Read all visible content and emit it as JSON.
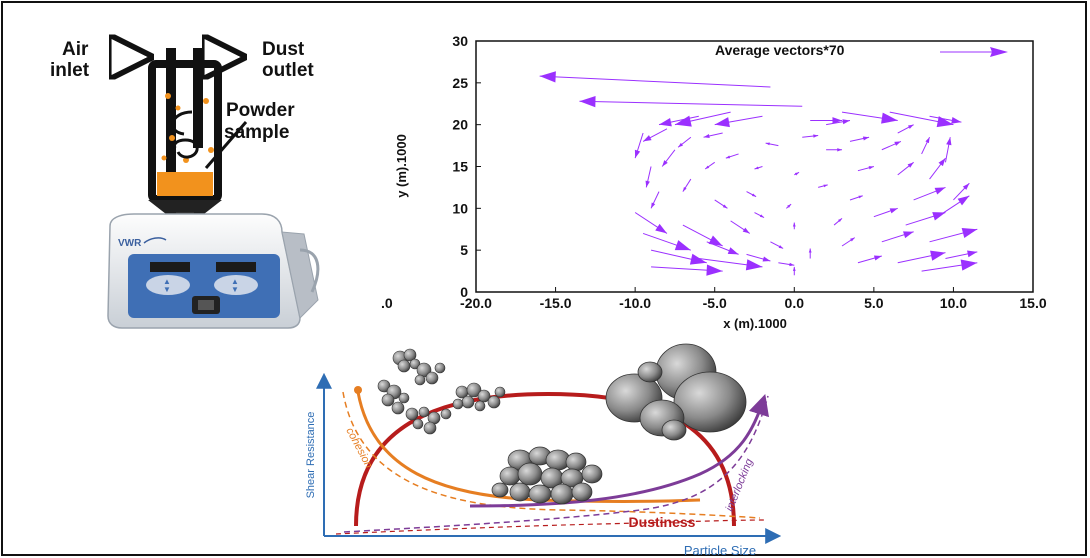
{
  "apparatus": {
    "air_inlet_line1": "Air",
    "air_inlet_line2": "inlet",
    "dust_outlet_line1": "Dust",
    "dust_outlet_line2": "outlet",
    "powder_line1": "Powder",
    "powder_line2": "sample",
    "brand": "VWR"
  },
  "chart_data": [
    {
      "type": "scatter",
      "xlabel": "x (m).1000",
      "ylabel": "y (m).1000",
      "xlim": [
        -20,
        15
      ],
      "ylim": [
        0,
        30
      ],
      "x_ticks": [
        "-20.0",
        "-15.0",
        "-10.0",
        "-5.0",
        "0.0",
        "5.0",
        "10.0",
        "15.0"
      ],
      "y_ticks": [
        "0",
        "5",
        "10",
        "15",
        "20",
        "25",
        "30"
      ],
      "stray_tick": ".0",
      "legend": "Average vectors*70",
      "legend_position": "top-right",
      "vector_color": "#9b30ff",
      "vectors": [
        {
          "x": -1.5,
          "y": 24.5,
          "dx": -14.5,
          "dy": 1.3
        },
        {
          "x": 0.5,
          "y": 22.2,
          "dx": -14.0,
          "dy": 0.6
        },
        {
          "x": -4.0,
          "y": 21.5,
          "dx": -3.5,
          "dy": -1.5
        },
        {
          "x": -2.0,
          "y": 21.0,
          "dx": -3.0,
          "dy": -1.0
        },
        {
          "x": 1.0,
          "y": 20.5,
          "dx": 2.0,
          "dy": 0.0
        },
        {
          "x": 3.0,
          "y": 21.5,
          "dx": 3.5,
          "dy": -1.0
        },
        {
          "x": 6.0,
          "y": 21.5,
          "dx": 4.0,
          "dy": -1.5
        },
        {
          "x": 8.5,
          "y": 21.0,
          "dx": 2.0,
          "dy": -0.7
        },
        {
          "x": -6.0,
          "y": 21.0,
          "dx": -2.5,
          "dy": -1.0
        },
        {
          "x": -9.5,
          "y": 19.0,
          "dx": -0.5,
          "dy": -3.0
        },
        {
          "x": -9.0,
          "y": 15.0,
          "dx": -0.3,
          "dy": -2.5
        },
        {
          "x": -8.0,
          "y": 19.5,
          "dx": -1.5,
          "dy": -1.5
        },
        {
          "x": -7.5,
          "y": 17.0,
          "dx": -0.8,
          "dy": -2.0
        },
        {
          "x": -6.5,
          "y": 18.5,
          "dx": -0.8,
          "dy": -1.2
        },
        {
          "x": -8.5,
          "y": 12.0,
          "dx": -0.5,
          "dy": -2.0
        },
        {
          "x": -10.0,
          "y": 9.5,
          "dx": 2.0,
          "dy": -2.5
        },
        {
          "x": -9.5,
          "y": 7.0,
          "dx": 3.0,
          "dy": -2.0
        },
        {
          "x": -9.0,
          "y": 5.0,
          "dx": 3.5,
          "dy": -1.5
        },
        {
          "x": -9.0,
          "y": 3.0,
          "dx": 4.5,
          "dy": -0.5
        },
        {
          "x": -7.0,
          "y": 8.0,
          "dx": 2.5,
          "dy": -2.5
        },
        {
          "x": -5.5,
          "y": 6.0,
          "dx": 2.0,
          "dy": -1.5
        },
        {
          "x": -6.0,
          "y": 4.0,
          "dx": 4.0,
          "dy": -1.0
        },
        {
          "x": -4.0,
          "y": 8.5,
          "dx": 1.2,
          "dy": -1.5
        },
        {
          "x": -3.0,
          "y": 4.5,
          "dx": 1.5,
          "dy": -0.8
        },
        {
          "x": -1.5,
          "y": 6.0,
          "dx": 0.8,
          "dy": -0.8
        },
        {
          "x": -1.0,
          "y": 3.5,
          "dx": 1.0,
          "dy": -0.3
        },
        {
          "x": -5.0,
          "y": 11.0,
          "dx": 0.8,
          "dy": -1.0
        },
        {
          "x": -3.0,
          "y": 12.0,
          "dx": 0.6,
          "dy": -0.6
        },
        {
          "x": -6.5,
          "y": 13.5,
          "dx": -0.5,
          "dy": -1.5
        },
        {
          "x": -5.0,
          "y": 15.5,
          "dx": -0.6,
          "dy": -0.8
        },
        {
          "x": -3.5,
          "y": 16.5,
          "dx": -0.8,
          "dy": -0.5
        },
        {
          "x": -2.0,
          "y": 15.0,
          "dx": -0.5,
          "dy": -0.3
        },
        {
          "x": -1.0,
          "y": 17.5,
          "dx": -0.8,
          "dy": 0.3
        },
        {
          "x": -4.5,
          "y": 19.0,
          "dx": -1.2,
          "dy": -0.5
        },
        {
          "x": 0.5,
          "y": 18.5,
          "dx": 1.0,
          "dy": 0.2
        },
        {
          "x": 2.0,
          "y": 17.0,
          "dx": 1.0,
          "dy": 0.0
        },
        {
          "x": 0.0,
          "y": 14.0,
          "dx": 0.3,
          "dy": 0.3
        },
        {
          "x": 1.5,
          "y": 12.5,
          "dx": 0.6,
          "dy": 0.3
        },
        {
          "x": -0.5,
          "y": 10.0,
          "dx": 0.3,
          "dy": 0.5
        },
        {
          "x": 0.0,
          "y": 7.5,
          "dx": 0.0,
          "dy": 0.8
        },
        {
          "x": 1.0,
          "y": 4.0,
          "dx": 0.0,
          "dy": 1.2
        },
        {
          "x": 0.0,
          "y": 2.0,
          "dx": 0.0,
          "dy": 1.0
        },
        {
          "x": 2.5,
          "y": 8.0,
          "dx": 0.5,
          "dy": 0.8
        },
        {
          "x": 3.0,
          "y": 5.5,
          "dx": 0.8,
          "dy": 1.0
        },
        {
          "x": 4.0,
          "y": 3.5,
          "dx": 1.5,
          "dy": 0.8
        },
        {
          "x": 3.5,
          "y": 11.0,
          "dx": 0.8,
          "dy": 0.5
        },
        {
          "x": 4.0,
          "y": 14.5,
          "dx": 1.0,
          "dy": 0.5
        },
        {
          "x": 3.5,
          "y": 18.0,
          "dx": 1.2,
          "dy": 0.5
        },
        {
          "x": 5.5,
          "y": 17.0,
          "dx": 1.2,
          "dy": 1.0
        },
        {
          "x": 5.0,
          "y": 9.0,
          "dx": 1.5,
          "dy": 1.0
        },
        {
          "x": 5.5,
          "y": 6.0,
          "dx": 2.0,
          "dy": 1.2
        },
        {
          "x": 6.5,
          "y": 3.5,
          "dx": 3.0,
          "dy": 1.2
        },
        {
          "x": 8.0,
          "y": 2.5,
          "dx": 3.5,
          "dy": 1.0
        },
        {
          "x": 7.0,
          "y": 8.0,
          "dx": 2.5,
          "dy": 1.5
        },
        {
          "x": 7.5,
          "y": 11.0,
          "dx": 2.0,
          "dy": 1.5
        },
        {
          "x": 8.5,
          "y": 6.0,
          "dx": 3.0,
          "dy": 1.5
        },
        {
          "x": 9.5,
          "y": 4.0,
          "dx": 2.0,
          "dy": 0.8
        },
        {
          "x": 8.5,
          "y": 13.5,
          "dx": 1.0,
          "dy": 2.5
        },
        {
          "x": 9.5,
          "y": 15.5,
          "dx": 0.3,
          "dy": 3.0
        },
        {
          "x": 8.0,
          "y": 16.5,
          "dx": 0.5,
          "dy": 2.0
        },
        {
          "x": 6.5,
          "y": 14.0,
          "dx": 1.0,
          "dy": 1.5
        },
        {
          "x": 9.0,
          "y": 9.0,
          "dx": 2.0,
          "dy": 2.5
        },
        {
          "x": 10.0,
          "y": 11.0,
          "dx": 1.0,
          "dy": 2.0
        },
        {
          "x": 6.5,
          "y": 19.0,
          "dx": 1.0,
          "dy": 1.0
        },
        {
          "x": -2.5,
          "y": 9.5,
          "dx": 0.6,
          "dy": -0.6
        },
        {
          "x": 2.0,
          "y": 20.0,
          "dx": 1.5,
          "dy": 0.5
        }
      ]
    },
    {
      "type": "line",
      "xlabel": "Particle Size",
      "ylabel": "Shear Resistance",
      "series_labels": [
        "cohesion",
        "interlocking",
        "Dustiness"
      ],
      "colors": {
        "axis": "#2e6db4",
        "cohesion": "#e67e22",
        "interlocking": "#7d3c98",
        "dustiness": "#b71c1c"
      }
    }
  ]
}
